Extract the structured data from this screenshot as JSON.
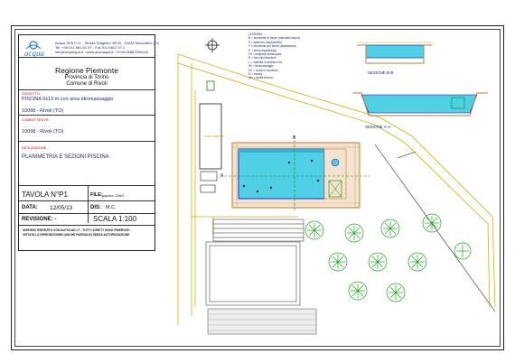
{
  "company": {
    "logo_text": "acqua",
    "info_lines": [
      "Acqua SPA S.r.l. - Strada Graglieto 30/15 - 10024 Moncalieri (To)",
      "Tel. +39 011 681.62.97 - Fax 011 6812.37.1",
      "info@acquaspa.it - www.acquaspa.it - P.IVA 06867590016"
    ]
  },
  "region": {
    "name": "Regione Piemonte",
    "province": "Provincia di Torino",
    "municipality": "Comune di Rivoli"
  },
  "project": {
    "oggetto_label": "OGGETTO:",
    "oggetto_value": "PISCINA 6x13 m con area idromassaggio",
    "oggetto_address": "10098 - Rivoli (TO)",
    "committente_label": "COMMITTENTE:",
    "committente_address": "10098 - Rivoli (TO)",
    "descrizione_label": "DESCRIZIONE:",
    "descrizione_value": "PLANIMETRIA E SEZIONI PISCINA"
  },
  "sheet": {
    "tavola": "TAVOLA N°P1",
    "file_label": "FILE:",
    "file_value": "piscina .DWG",
    "data_label": "DATA:",
    "data_value": "12/05/13",
    "dis_label": "DIS:",
    "dis_value": "M.C.",
    "revisione": "REVISIONE: -",
    "scala": "SCALA 1:100",
    "disclaimer_1": "DISEGNO ESEGUITO CON AUTOCAD LT  -  TUTTI I DIRITTI SONO RISERVATI  -",
    "disclaimer_2": "VIETATA LA RIPRODUZIONE (ANCHE PARZIALE) SENZA AUTORIZZAZIONE"
  },
  "legend": {
    "title": "LEGENDA",
    "items": [
      "B = bocchette di fondo (mandata acqua)",
      "S = skimmer (aspirazione)",
      "F = bocchette per fondo (aspirazione)",
      "P = presa aspirafango",
      "FA = lampada subacquea",
      "R = faro illuminazione",
      "L = scaletta in acciaio inox",
      "IM = idromassaggio",
      "SC = scala in muratura",
      "D = doccia",
      "LM = locale tecnico"
    ]
  },
  "plan": {
    "section_bb": "SEZIONE B-B",
    "section_aa": "SEZIONE A-A",
    "pool_label": "Zona solarium",
    "marker_a": "A",
    "marker_b": "B"
  },
  "colors": {
    "frame": "#222222",
    "pool_water": "#4fd0e4",
    "pool_edge": "#0000cc",
    "paving": "#c07a3a",
    "plan_lines": "#c9b400",
    "trees": "#1aa51a",
    "label_blue": "#1a2a7a",
    "label_red": "#cc0000"
  }
}
